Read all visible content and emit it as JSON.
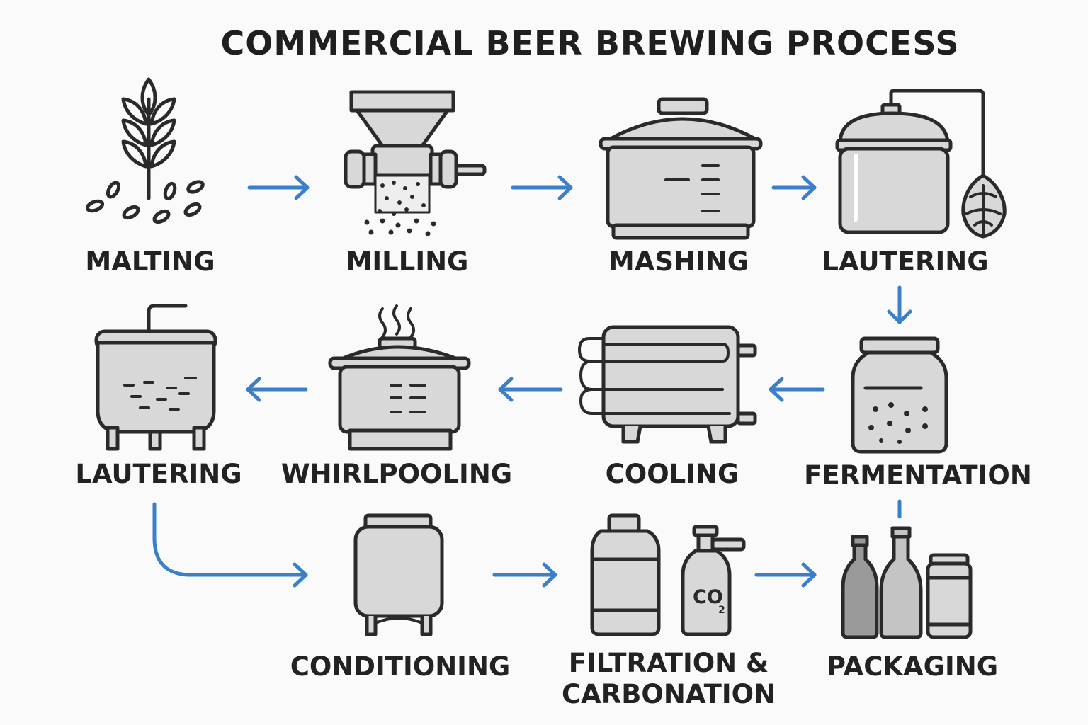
{
  "title": "COMMERCIAL BEER BREWING PROCESS",
  "colors": {
    "arrow": "#3b7fc8",
    "stroke": "#2a2a2a",
    "fill": "#d8d8d8",
    "fill_dark": "#9a9a9a"
  },
  "steps": [
    {
      "id": "malting",
      "label": "MALTING",
      "icon": "wheat-icon"
    },
    {
      "id": "milling",
      "label": "MILLING",
      "icon": "grain-mill-icon"
    },
    {
      "id": "mashing",
      "label": "MASHING",
      "icon": "mash-tun-icon"
    },
    {
      "id": "lautering-1",
      "label": "LAUTERING",
      "icon": "lauter-tun-hops-icon"
    },
    {
      "id": "fermentation",
      "label": "FERMENTATION",
      "icon": "fermenter-icon"
    },
    {
      "id": "cooling",
      "label": "COOLING",
      "icon": "heat-exchanger-icon"
    },
    {
      "id": "whirlpooling",
      "label": "WHIRLPOOLING",
      "icon": "whirlpool-kettle-icon"
    },
    {
      "id": "lautering-2",
      "label": "LAUTERING",
      "icon": "lauter-vessel-icon"
    },
    {
      "id": "conditioning",
      "label": "CONDITIONING",
      "icon": "conditioning-tank-icon"
    },
    {
      "id": "filtration",
      "label_line1": "FILTRATION &",
      "label_line2": "CARBONATION",
      "icon": "filter-co2-icon"
    },
    {
      "id": "packaging",
      "label": "PACKAGING",
      "icon": "bottles-can-icon"
    }
  ],
  "co2_text": "CO",
  "co2_sub": "2"
}
